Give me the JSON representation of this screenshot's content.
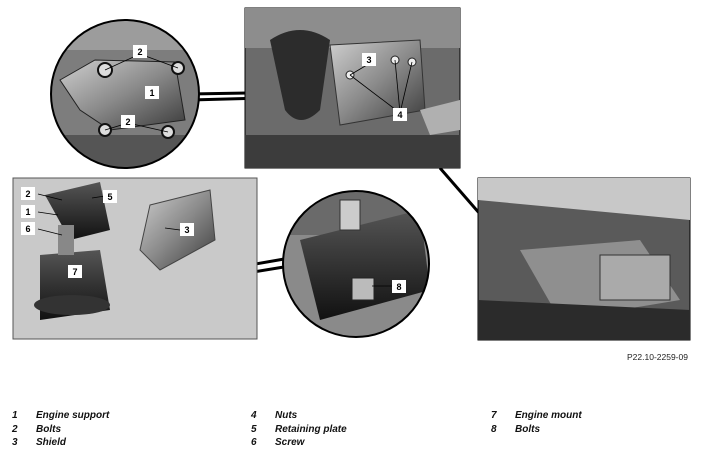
{
  "figure_ref": "P22.10-2259-09",
  "callouts": {
    "c1": "1",
    "c2a": "2",
    "c2b": "2",
    "c3a": "3",
    "c4": "4",
    "c2c": "2",
    "c5": "5",
    "c1b": "1",
    "c6": "6",
    "c3b": "3",
    "c7": "7",
    "c8": "8"
  },
  "legend": {
    "col1": [
      {
        "num": "1",
        "label": "Engine support"
      },
      {
        "num": "2",
        "label": "Bolts"
      },
      {
        "num": "3",
        "label": "Shield"
      }
    ],
    "col2": [
      {
        "num": "4",
        "label": "Nuts"
      },
      {
        "num": "5",
        "label": "Retaining plate"
      },
      {
        "num": "6",
        "label": "Screw"
      }
    ],
    "col3": [
      {
        "num": "7",
        "label": "Engine mount"
      },
      {
        "num": "8",
        "label": "Bolts"
      }
    ]
  }
}
